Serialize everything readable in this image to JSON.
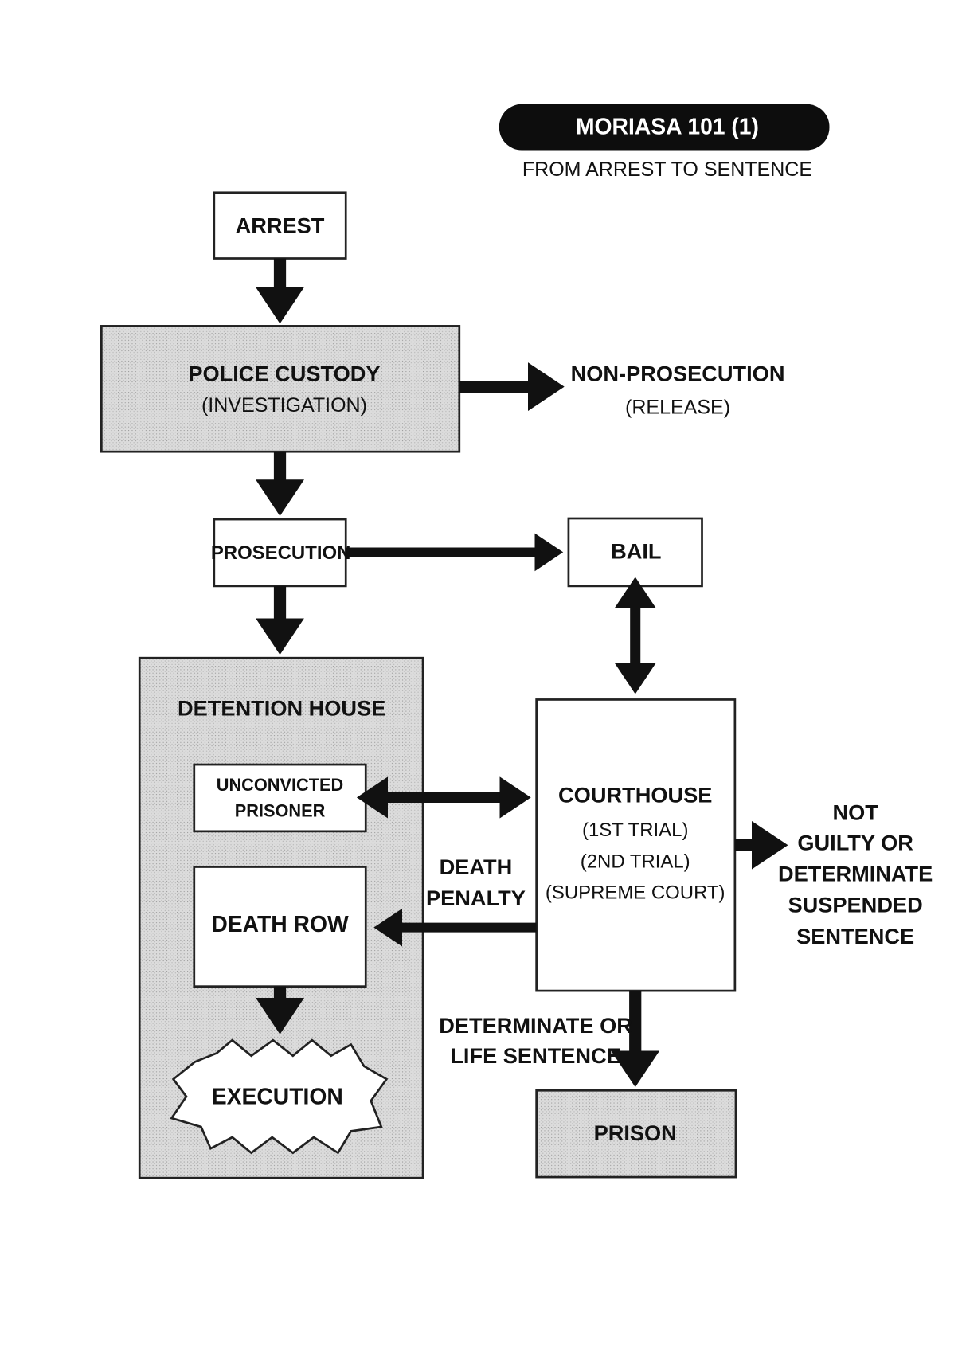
{
  "header": {
    "title": "MORIASA 101  (1)",
    "subtitle": "FROM ARREST TO SENTENCE"
  },
  "nodes": {
    "arrest": "ARREST",
    "police_custody": {
      "title": "POLICE CUSTODY",
      "sub": "(INVESTIGATION)"
    },
    "non_prosecution": {
      "title": "NON-PROSECUTION",
      "sub": "(RELEASE)"
    },
    "prosecution": "PROSECUTION",
    "bail": "BAIL",
    "detention_house": "DETENTION HOUSE",
    "unconvicted": [
      "UNCONVICTED",
      "PRISONER"
    ],
    "death_row": "DEATH ROW",
    "execution": "EXECUTION",
    "courthouse": {
      "title": "COURTHOUSE",
      "lines": [
        "(1ST TRIAL)",
        "(2ND TRIAL)",
        "(SUPREME COURT)"
      ]
    },
    "prison": "PRISON"
  },
  "edge_labels": {
    "death_penalty": [
      "DEATH",
      "PENALTY"
    ],
    "not_guilty": [
      "NOT",
      "GUILTY OR",
      "DETERMINATE",
      "SUSPENDED",
      "SENTENCE"
    ],
    "determinate": [
      "DETERMINATE OR",
      "LIFE SENTENCE"
    ]
  },
  "colors": {
    "ink": "#111111",
    "shade": "#d6d6d6",
    "pill": "#0d0d0d"
  }
}
